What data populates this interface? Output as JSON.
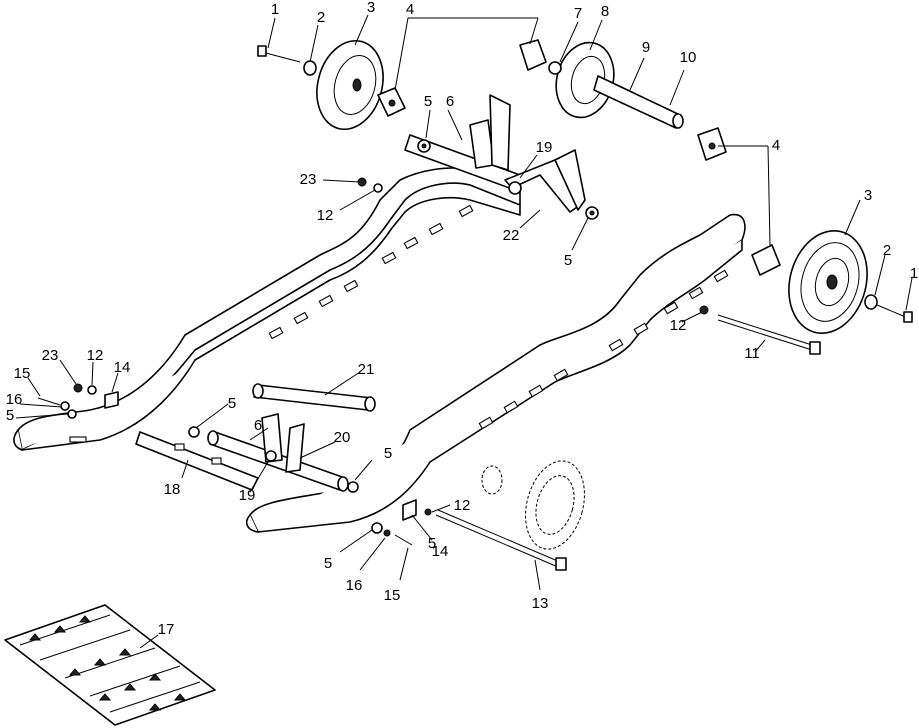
{
  "diagram": {
    "background": "#ffffff",
    "line_color": "#000000",
    "callouts": [
      "1",
      "2",
      "3",
      "4",
      "7",
      "8",
      "9",
      "10",
      "5",
      "6",
      "23",
      "12",
      "19",
      "22",
      "5",
      "4",
      "3",
      "2",
      "1",
      "12",
      "11",
      "5",
      "21",
      "23",
      "12",
      "14",
      "15",
      "16",
      "5",
      "6",
      "20",
      "5",
      "18",
      "19",
      "5",
      "12",
      "14",
      "5",
      "16",
      "15",
      "13",
      "17"
    ],
    "parts": {
      "rail_left": "rail",
      "rail_right": "rail",
      "idler_wheel": "wheel",
      "rear_axle": "axle",
      "track": "track"
    }
  }
}
